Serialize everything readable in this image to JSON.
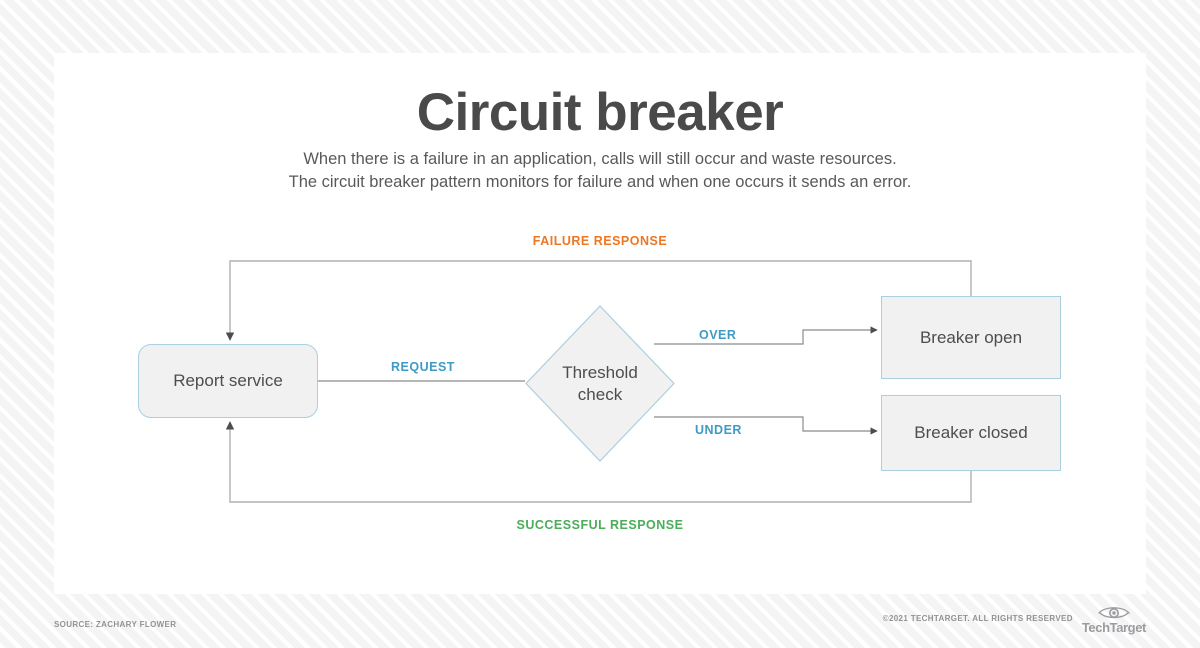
{
  "page": {
    "title": "Circuit breaker",
    "subtitle_line1": "When there is a failure in an application, calls will still occur and waste resources.",
    "subtitle_line2": "The circuit breaker pattern monitors for failure and when one occurs it sends an error."
  },
  "colors": {
    "title": "#4a4a4a",
    "node_border": "#aacfe0",
    "node_fill": "#f1f1f1",
    "connector": "#8b8b8b",
    "label_blue": "#3f9bc4",
    "label_orange": "#ef7622",
    "label_green": "#4aad5a",
    "background": "#f7f7f7",
    "card": "#ffffff"
  },
  "diagram": {
    "nodes": [
      {
        "id": "report",
        "label": "Report service",
        "shape": "rounded-rect"
      },
      {
        "id": "threshold",
        "label_line1": "Threshold",
        "label_line2": "check",
        "shape": "diamond"
      },
      {
        "id": "open",
        "label": "Breaker open",
        "shape": "rect"
      },
      {
        "id": "closed",
        "label": "Breaker closed",
        "shape": "rect"
      }
    ],
    "edges": [
      {
        "id": "request",
        "label": "REQUEST",
        "from": "report",
        "to": "threshold",
        "color": "blue"
      },
      {
        "id": "over",
        "label": "OVER",
        "from": "threshold",
        "to": "open",
        "color": "blue"
      },
      {
        "id": "under",
        "label": "UNDER",
        "from": "threshold",
        "to": "closed",
        "color": "blue"
      },
      {
        "id": "failure",
        "label": "FAILURE RESPONSE",
        "from": "open",
        "to": "report",
        "color": "orange"
      },
      {
        "id": "successful",
        "label": "SUCCESSFUL RESPONSE",
        "from": "closed",
        "to": "report",
        "color": "green"
      }
    ]
  },
  "footer": {
    "source": "SOURCE: ZACHARY FLOWER",
    "copyright": "©2021 TECHTARGET. ALL RIGHTS RESERVED",
    "logo_text": "TechTarget"
  }
}
